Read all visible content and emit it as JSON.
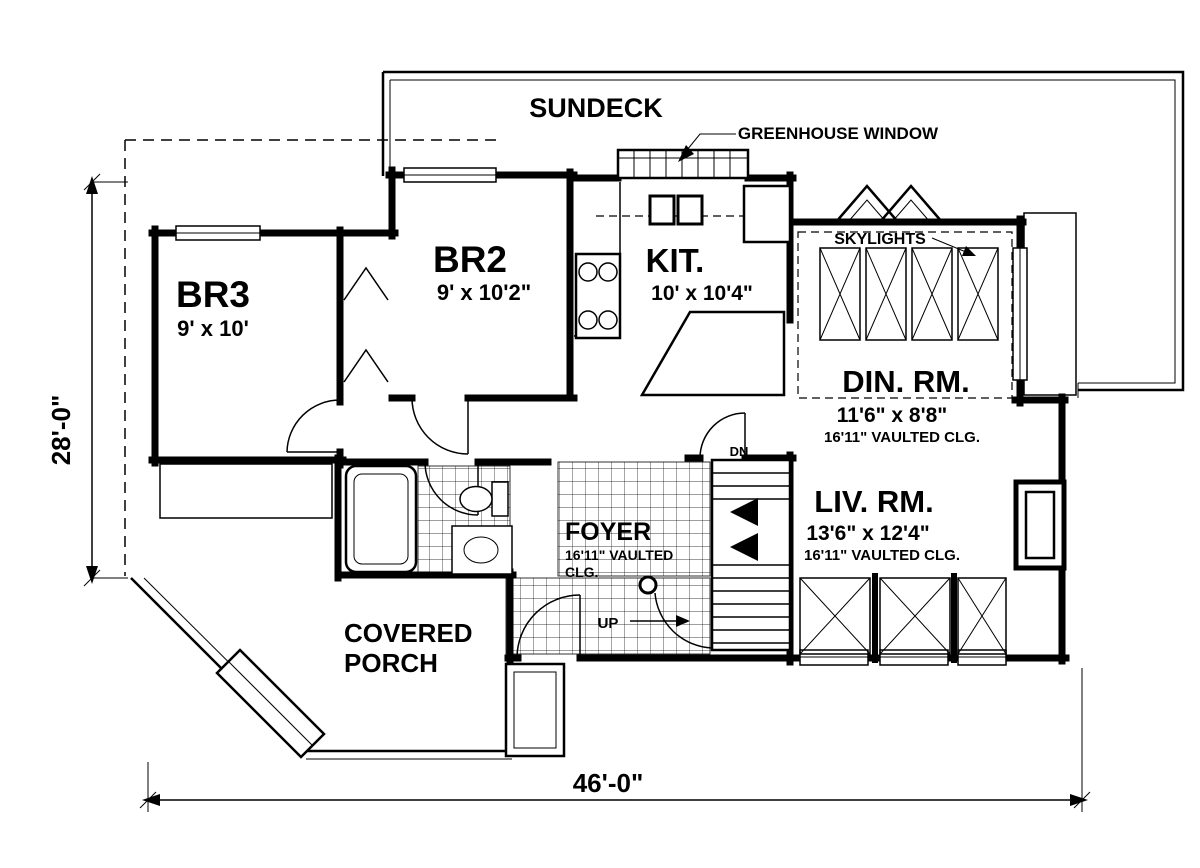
{
  "drawing": {
    "type": "floor-plan",
    "labels": {
      "sundeck": "SUNDECK",
      "greenhouse_window": "GREENHOUSE WINDOW",
      "skylights": "SKYLIGHTS",
      "br2": {
        "name": "BR2",
        "size": "9' x 10'2\""
      },
      "br3": {
        "name": "BR3",
        "size": "9' x 10'"
      },
      "kitchen": {
        "name": "KIT.",
        "size": "10' x 10'4\""
      },
      "dining": {
        "name": "DIN. RM.",
        "size": "11'6\" x 8'8\"",
        "ceiling": "16'11\" VAULTED CLG."
      },
      "living": {
        "name": "LIV. RM.",
        "size": "13'6\" x 12'4\"",
        "ceiling": "16'11\" VAULTED CLG."
      },
      "foyer": {
        "name": "FOYER",
        "ceiling1": "16'11\" VAULTED",
        "ceiling2": "CLG."
      },
      "porch": {
        "line1": "COVERED",
        "line2": "PORCH"
      },
      "up": "UP",
      "dn": "DN"
    },
    "dimensions": {
      "depth": "28'-0\"",
      "width": "46'-0\""
    },
    "colors": {
      "ink": "#000000",
      "paper": "#ffffff"
    }
  }
}
